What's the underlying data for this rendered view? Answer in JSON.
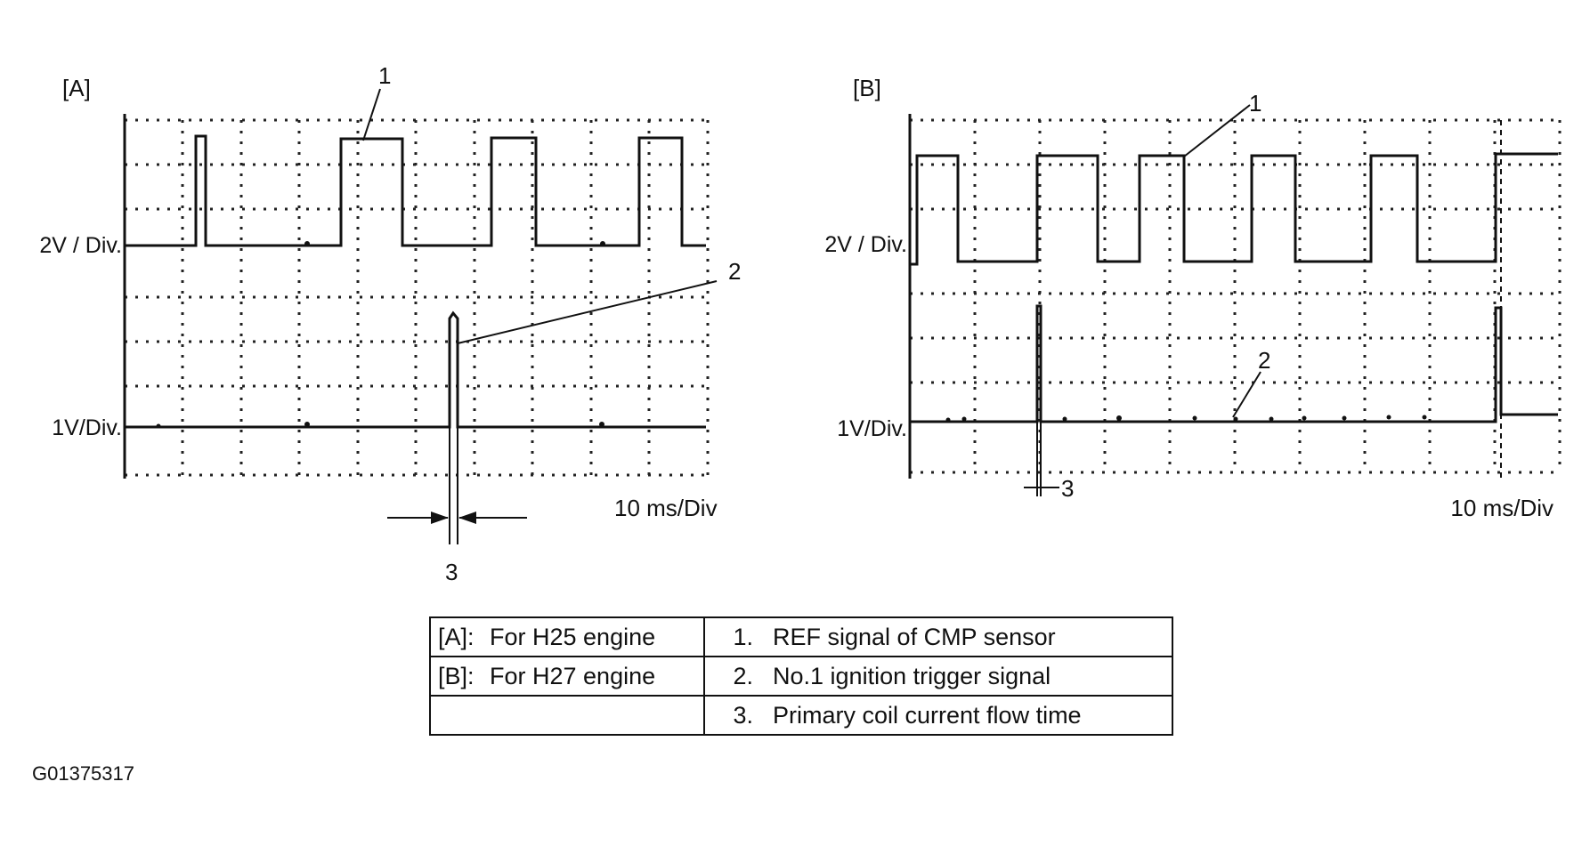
{
  "panels": [
    {
      "id": "A",
      "label": "[A]",
      "ch1_scale": "2V / Div.",
      "ch2_scale": "1V/Div.",
      "timebase": "10 ms/Div",
      "callouts": {
        "c1": "1",
        "c2": "2",
        "c3": "3"
      }
    },
    {
      "id": "B",
      "label": "[B]",
      "ch1_scale": "2V / Div.",
      "ch2_scale": "1V/Div.",
      "timebase": "10 ms/Div",
      "callouts": {
        "c1": "1",
        "c2": "2",
        "c3": "3"
      }
    }
  ],
  "legend": {
    "rows": [
      {
        "tag": "[A]:",
        "text": "For H25 engine",
        "num": "1.",
        "desc": "REF signal of CMP sensor"
      },
      {
        "tag": "[B]:",
        "text": "For H27 engine",
        "num": "2.",
        "desc": "No.1 ignition trigger signal"
      },
      {
        "tag": "",
        "text": "",
        "num": "3.",
        "desc": "Primary coil current flow time"
      }
    ]
  },
  "figure_id": "G01375317"
}
